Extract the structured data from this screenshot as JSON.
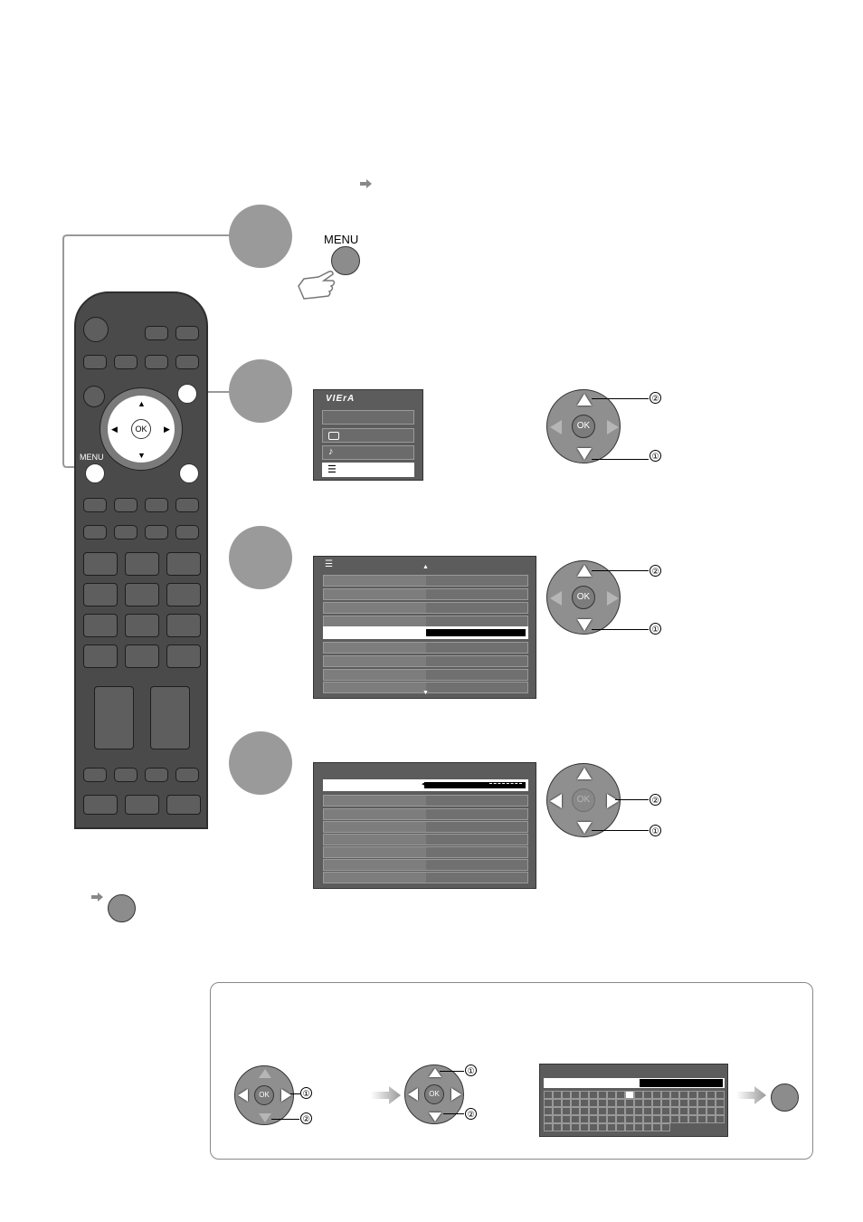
{
  "remote": {
    "menu_label": "MENU",
    "ok_label": "OK"
  },
  "step1": {
    "menu_button_label": "MENU"
  },
  "main_menu": {
    "logo": "VIErA"
  },
  "pads": {
    "ok_label": "OK",
    "num_1": "①",
    "num_2": "②"
  },
  "colors": {
    "step_circle": "#9a9a9a",
    "remote_body": "#4a4a4a",
    "menu_bg": "#5c5c5c"
  },
  "icons": {
    "arrow": "arrow-right-icon",
    "hand": "pointing-hand-icon",
    "picture": "picture-icon",
    "sound": "music-note-icon",
    "setup": "list-icon"
  }
}
